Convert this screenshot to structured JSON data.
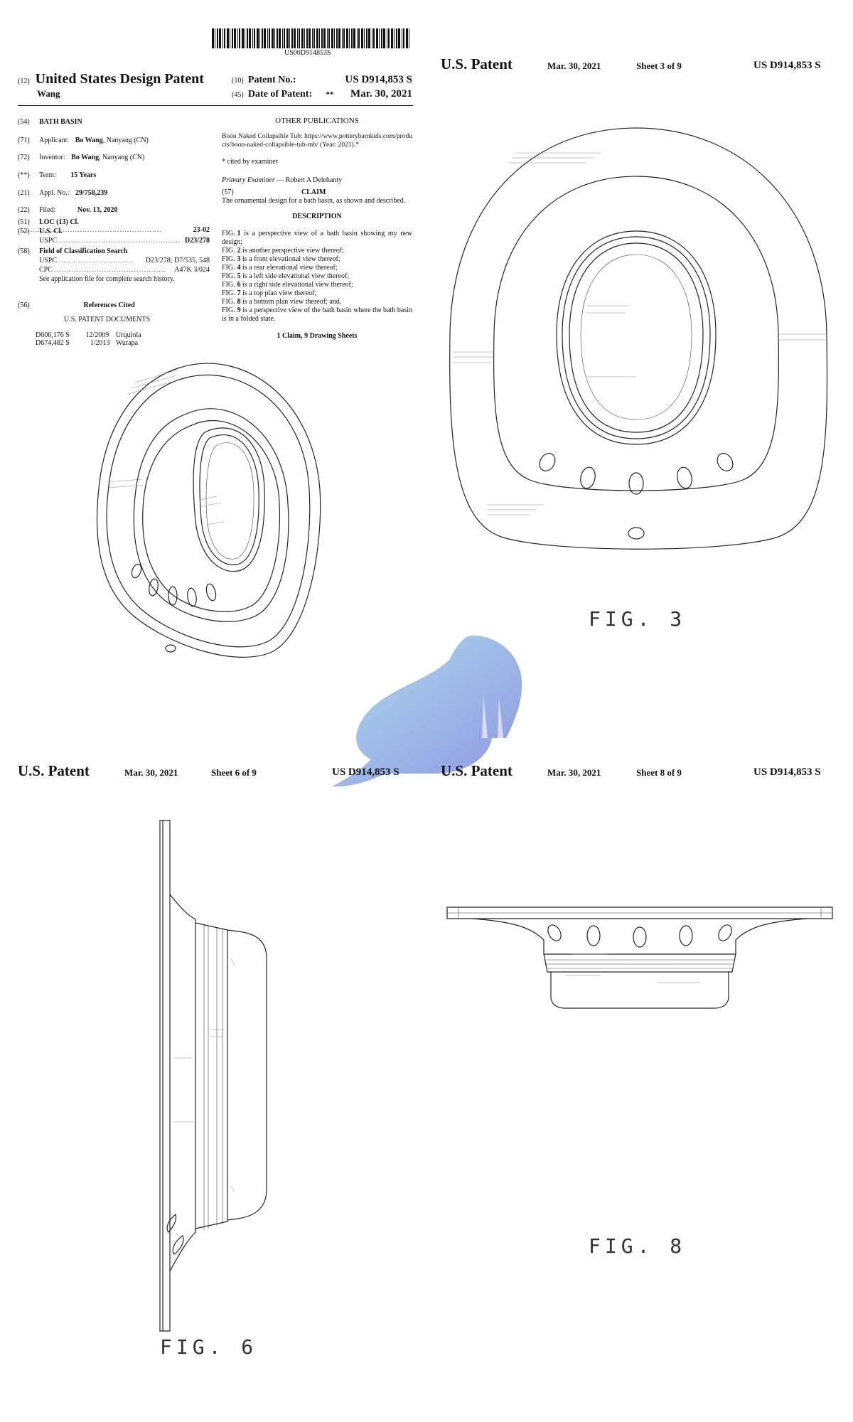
{
  "barcode_text": "US00D914853S",
  "front": {
    "kind_code": "(12)",
    "title": "United States Design Patent",
    "inventor_surname": "Wang",
    "patent_no_code": "(10)",
    "patent_no_label": "Patent No.:",
    "patent_no": "US D914,853 S",
    "date_code": "(45)",
    "date_label": "Date of Patent:",
    "date_mark": "**",
    "date": "Mar. 30, 2021",
    "fields": [
      {
        "code": "(54)",
        "label": "BATH BASIN",
        "value": ""
      },
      {
        "code": "(71)",
        "label": "Applicant:",
        "value_bold": "Bo Wang",
        "value": ", Nanyang (CN)"
      },
      {
        "code": "(72)",
        "label": "Inventor:",
        "value_bold": "Bo Wang",
        "value": ", Nanyang (CN)"
      },
      {
        "code": "(**)",
        "label": "Term:",
        "value_bold": "15 Years",
        "value": ""
      },
      {
        "code": "(21)",
        "label": "Appl. No.:",
        "value_bold": "29/758,239",
        "value": ""
      },
      {
        "code": "(22)",
        "label": "Filed:",
        "value_bold": "Nov. 13, 2020",
        "value": ""
      }
    ],
    "loc_code": "(51)",
    "loc_label": "LOC (13) Cl.",
    "loc_value": "23-02",
    "us_cl_code": "(52)",
    "us_cl_label": "U.S. Cl.",
    "uspc_label": "USPC",
    "uspc_value": "D23/278",
    "field_code": "(58)",
    "field_label": "Field of Classification Search",
    "field_uspc_label": "USPC",
    "field_uspc_value": "D23/278; D7/535, 548",
    "field_cpc_label": "CPC",
    "field_cpc_value": "A47K 3/024",
    "field_note": "See application file for complete search history.",
    "refs_code": "(56)",
    "refs_title": "References Cited",
    "refs_sub": "U.S. PATENT DOCUMENTS",
    "refs": [
      {
        "num": "D606,176 S",
        "date": "12/2009",
        "name": "Urquiola"
      },
      {
        "num": "D674,482 S",
        "date": "1/2013",
        "name": "Wurapa"
      }
    ],
    "other_pub_title": "OTHER PUBLICATIONS",
    "other_pub_text": "Boon Naked Collapsible Tub: https://www.potterybarnkids.com/products/boon-naked-collapsible-tub-mb/ (Year: 2021).*",
    "cited_note": "* cited by examiner",
    "examiner_label": "Primary Examiner",
    "examiner_name": " — Robert A Delehanty",
    "claim_code": "(57)",
    "claim_title": "CLAIM",
    "claim_text": "The ornamental design for a bath basin, as shown and described.",
    "desc_title": "DESCRIPTION",
    "desc_lines": [
      {
        "fig": "1",
        "text": " is a perspective view of a bath basin showing my new design;"
      },
      {
        "fig": "2",
        "text": " is another perspective view thereof;"
      },
      {
        "fig": "3",
        "text": " is a front elevational view thereof;"
      },
      {
        "fig": "4",
        "text": " is a rear elevational view thereof;"
      },
      {
        "fig": "5",
        "text": " is a left side elevational view thereof;"
      },
      {
        "fig": "6",
        "text": " is a right side elevational view thereof;"
      },
      {
        "fig": "7",
        "text": " is a top plan view thereof;"
      },
      {
        "fig": "8",
        "text": " is a bottom plan view thereof; and,"
      },
      {
        "fig": "9",
        "text": " is a perspective view of the bath basin where the bath basin is in a folded state."
      }
    ],
    "fig_prefix": "FIG.",
    "claims_summary": "1 Claim, 9 Drawing Sheets"
  },
  "sheets": [
    {
      "patent": "U.S. Patent",
      "date": "Mar. 30, 2021",
      "sheet": "Sheet 3 of 9",
      "num": "US D914,853 S",
      "fig": "FIG. 3"
    },
    {
      "patent": "U.S. Patent",
      "date": "Mar. 30, 2021",
      "sheet": "Sheet 6 of 9",
      "num": "US D914,853 S",
      "fig": "FIG. 6"
    },
    {
      "patent": "U.S. Patent",
      "date": "Mar. 30, 2021",
      "sheet": "Sheet 8 of 9",
      "num": "US D914,853 S",
      "fig": "FIG. 8"
    }
  ],
  "colors": {
    "ink": "#111111",
    "watermark": "#8fa8e0"
  },
  "icons": {
    "watermark": "walrus-logo"
  }
}
